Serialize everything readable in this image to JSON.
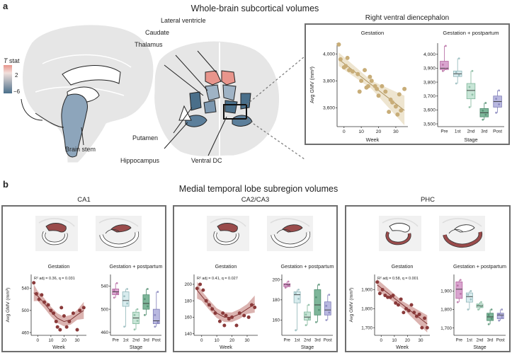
{
  "panel_a": {
    "letter": "a",
    "title": "Whole-brain subcortical volumes",
    "colorbar": {
      "title_t": "T",
      "title_rest": " stat",
      "max_label": "2",
      "min_label": "−6"
    },
    "region_labels": [
      "Lateral ventricle",
      "Caudate",
      "Thalamus",
      "Brain stem",
      "Putamen",
      "Hippocampus",
      "Ventral DC"
    ],
    "inset_title": "Right ventral diencephalon"
  },
  "panel_b": {
    "letter": "b",
    "title": "Medial temporal lobe subregion volumes",
    "subpanels": [
      "CA1",
      "CA2/CA3",
      "PHC"
    ]
  },
  "common": {
    "gestation": "Gestation",
    "gestation_pp": "Gestation + postpartum",
    "week": "Week",
    "stage": "Stage",
    "ylabel": "Avg GMV (mm³)"
  },
  "colors": {
    "tan": "#c8ad78",
    "maroon": "#8a3a3a",
    "maroon_band": "#cf9a96",
    "pre": "#d9a4cf",
    "first": "#d8ecee",
    "second": "#c7e5d6",
    "third": "#7eb69a",
    "post": "#b9b8e0",
    "hot": "#e8958c",
    "cold": "#4a6f8a",
    "border": "#6e6e6e"
  },
  "chart_data": [
    {
      "id": "rvd-line",
      "type": "scatter",
      "title": "Gestation",
      "xlabel": "Week",
      "ylabel": "Avg GMV (mm³)",
      "xlim": [
        -4,
        37
      ],
      "ylim": [
        3460,
        4080
      ],
      "xticks": [
        0,
        10,
        20,
        30
      ],
      "yticks": [
        3600,
        3800,
        4000
      ],
      "ytick_labels": [
        "3,600",
        "3,800",
        "4,000"
      ],
      "x": [
        -3,
        -2,
        0,
        1,
        2,
        3,
        5,
        8,
        9,
        10,
        12,
        13,
        14,
        15,
        16,
        18,
        19,
        20,
        22,
        24,
        26,
        27,
        28,
        30,
        31,
        32,
        33,
        35
      ],
      "y": [
        4070,
        3960,
        3900,
        3910,
        3970,
        3880,
        3870,
        3850,
        3720,
        3800,
        3880,
        3750,
        3760,
        3830,
        3800,
        3760,
        3740,
        3690,
        3760,
        3720,
        3570,
        3660,
        3640,
        3610,
        3550,
        3700,
        3580,
        3740
      ],
      "fit": {
        "x": [
          -3,
          35
        ],
        "y": [
          3960,
          3580
        ],
        "band": [
          50,
          110
        ]
      }
    },
    {
      "id": "rvd-box",
      "type": "box",
      "title": "Gestation + postpartum",
      "xlabel": "Stage",
      "categories": [
        "Pre",
        "1st",
        "2nd",
        "3rd",
        "Post"
      ],
      "ylim": [
        3480,
        4080
      ],
      "yticks": [
        3500,
        3600,
        3700,
        3800,
        3900,
        4000
      ],
      "ytick_labels": [
        "3,500",
        "3,600",
        "3,700",
        "3,800",
        "3,900",
        "4,000"
      ],
      "boxes": [
        {
          "q1": 3890,
          "med": 3900,
          "q3": 3950,
          "lo": 3880,
          "hi": 4060
        },
        {
          "q1": 3840,
          "med": 3860,
          "q3": 3880,
          "lo": 3790,
          "hi": 3970
        },
        {
          "q1": 3680,
          "med": 3740,
          "q3": 3790,
          "lo": 3620,
          "hi": 3880
        },
        {
          "q1": 3550,
          "med": 3580,
          "q3": 3610,
          "lo": 3530,
          "hi": 3650
        },
        {
          "q1": 3620,
          "med": 3660,
          "q3": 3700,
          "lo": 3580,
          "hi": 3740
        }
      ]
    },
    {
      "id": "ca1-line",
      "type": "scatter",
      "title": "Gestation",
      "stat": "R² adj = 0.36, q = 0.031",
      "xlabel": "Week",
      "ylabel": "Avg GMV (mm³)",
      "xlim": [
        -5,
        37
      ],
      "ylim": [
        455,
        565
      ],
      "xticks": [
        0,
        10,
        20,
        30
      ],
      "yticks": [
        460,
        500,
        540
      ],
      "ytick_labels": [
        "460",
        "500",
        "540"
      ],
      "x": [
        -3,
        -1,
        1,
        3,
        5,
        8,
        10,
        12,
        14,
        15,
        17,
        18,
        20,
        22,
        24,
        27,
        30,
        32,
        35
      ],
      "y": [
        550,
        530,
        520,
        528,
        515,
        510,
        500,
        495,
        480,
        470,
        465,
        505,
        490,
        470,
        480,
        495,
        465,
        500,
        505
      ],
      "curve": {
        "x": [
          -3,
          0,
          5,
          10,
          15,
          20,
          25,
          30,
          35
        ],
        "y": [
          532,
          526,
          513,
          498,
          486,
          480,
          483,
          492,
          500
        ]
      }
    },
    {
      "id": "ca1-box",
      "type": "box",
      "title": "Gestation + postpartum",
      "xlabel": "Stage",
      "categories": [
        "Pre",
        "1st",
        "2nd",
        "3rd",
        "Post"
      ],
      "ylim": [
        455,
        560
      ],
      "yticks": [
        460,
        500,
        540
      ],
      "ytick_labels": [
        "460",
        "500",
        "540"
      ],
      "boxes": [
        {
          "q1": 525,
          "med": 530,
          "q3": 535,
          "lo": 520,
          "hi": 545
        },
        {
          "q1": 505,
          "med": 515,
          "q3": 530,
          "lo": 470,
          "hi": 535
        },
        {
          "q1": 475,
          "med": 485,
          "q3": 495,
          "lo": 465,
          "hi": 500
        },
        {
          "q1": 500,
          "med": 510,
          "q3": 525,
          "lo": 490,
          "hi": 535
        },
        {
          "q1": 475,
          "med": 480,
          "q3": 500,
          "lo": 470,
          "hi": 530
        }
      ]
    },
    {
      "id": "ca23-line",
      "type": "scatter",
      "title": "Gestation",
      "stat": "R² adj = 0.41, q = 0.027",
      "xlabel": "Week",
      "ylabel": "",
      "xlim": [
        -5,
        37
      ],
      "ylim": [
        138,
        212
      ],
      "xticks": [
        0,
        10,
        20,
        30
      ],
      "yticks": [
        140,
        160,
        180,
        200
      ],
      "ytick_labels": [
        "140",
        "160",
        "180",
        "200"
      ],
      "x": [
        -3,
        -1,
        1,
        3,
        5,
        7,
        9,
        12,
        14,
        15,
        16,
        18,
        20,
        23,
        25,
        28,
        31,
        33,
        35
      ],
      "y": [
        195,
        200,
        193,
        180,
        175,
        170,
        165,
        155,
        165,
        150,
        162,
        158,
        160,
        150,
        165,
        162,
        160,
        175,
        172
      ],
      "curve": {
        "x": [
          -3,
          0,
          5,
          10,
          15,
          20,
          25,
          30,
          35
        ],
        "y": [
          193,
          186,
          175,
          165,
          160,
          160,
          164,
          170,
          176
        ]
      }
    },
    {
      "id": "ca23-box",
      "type": "box",
      "title": "Gestation + postpartum",
      "xlabel": "Stage",
      "categories": [
        "Pre",
        "1st",
        "2nd",
        "3rd",
        "Post"
      ],
      "ylim": [
        145,
        205
      ],
      "yticks": [
        160,
        180,
        200
      ],
      "ytick_labels": [
        "160",
        "180",
        "200"
      ],
      "boxes": [
        {
          "q1": 193,
          "med": 195,
          "q3": 196,
          "lo": 192,
          "hi": 198
        },
        {
          "q1": 177,
          "med": 185,
          "q3": 188,
          "lo": 150,
          "hi": 190
        },
        {
          "q1": 160,
          "med": 163,
          "q3": 168,
          "lo": 155,
          "hi": 175
        },
        {
          "q1": 165,
          "med": 175,
          "q3": 190,
          "lo": 158,
          "hi": 195
        },
        {
          "q1": 165,
          "med": 170,
          "q3": 178,
          "lo": 160,
          "hi": 185
        }
      ]
    },
    {
      "id": "phc-line",
      "type": "scatter",
      "title": "Gestation",
      "stat": "R² adj = 0.58, q = 0.001",
      "xlabel": "Week",
      "ylabel": "Avg GMV (mm³)",
      "xlim": [
        -5,
        37
      ],
      "ylim": [
        1660,
        1980
      ],
      "xticks": [
        0,
        10,
        20,
        30
      ],
      "yticks": [
        1700,
        1800,
        1900
      ],
      "ytick_labels": [
        "1,700",
        "1,800",
        "1,900"
      ],
      "x": [
        -3,
        -1,
        1,
        3,
        5,
        7,
        9,
        11,
        13,
        15,
        17,
        19,
        21,
        23,
        25,
        27,
        29,
        31,
        33,
        35
      ],
      "y": [
        1940,
        1880,
        1900,
        1870,
        1860,
        1860,
        1870,
        1830,
        1820,
        1850,
        1780,
        1800,
        1790,
        1820,
        1780,
        1760,
        1770,
        1700,
        1750,
        1700
      ],
      "fit": {
        "x": [
          -3,
          35
        ],
        "y": [
          1925,
          1720
        ],
        "band": [
          30,
          45
        ]
      }
    },
    {
      "id": "phc-box",
      "type": "box",
      "title": "Gestation + postpartum",
      "xlabel": "Stage",
      "categories": [
        "Pre",
        "1st",
        "2nd",
        "3rd",
        "Post"
      ],
      "ylim": [
        1660,
        1990
      ],
      "yticks": [
        1700,
        1800,
        1900
      ],
      "ytick_labels": [
        "1,700",
        "1,800",
        "1,900"
      ],
      "boxes": [
        {
          "q1": 1860,
          "med": 1910,
          "q3": 1950,
          "lo": 1840,
          "hi": 1960
        },
        {
          "q1": 1840,
          "med": 1870,
          "q3": 1890,
          "lo": 1800,
          "hi": 1900
        },
        {
          "q1": 1810,
          "med": 1820,
          "q3": 1830,
          "lo": 1800,
          "hi": 1840
        },
        {
          "q1": 1740,
          "med": 1760,
          "q3": 1780,
          "lo": 1720,
          "hi": 1800
        },
        {
          "q1": 1750,
          "med": 1770,
          "q3": 1780,
          "lo": 1740,
          "hi": 1800
        }
      ]
    }
  ]
}
